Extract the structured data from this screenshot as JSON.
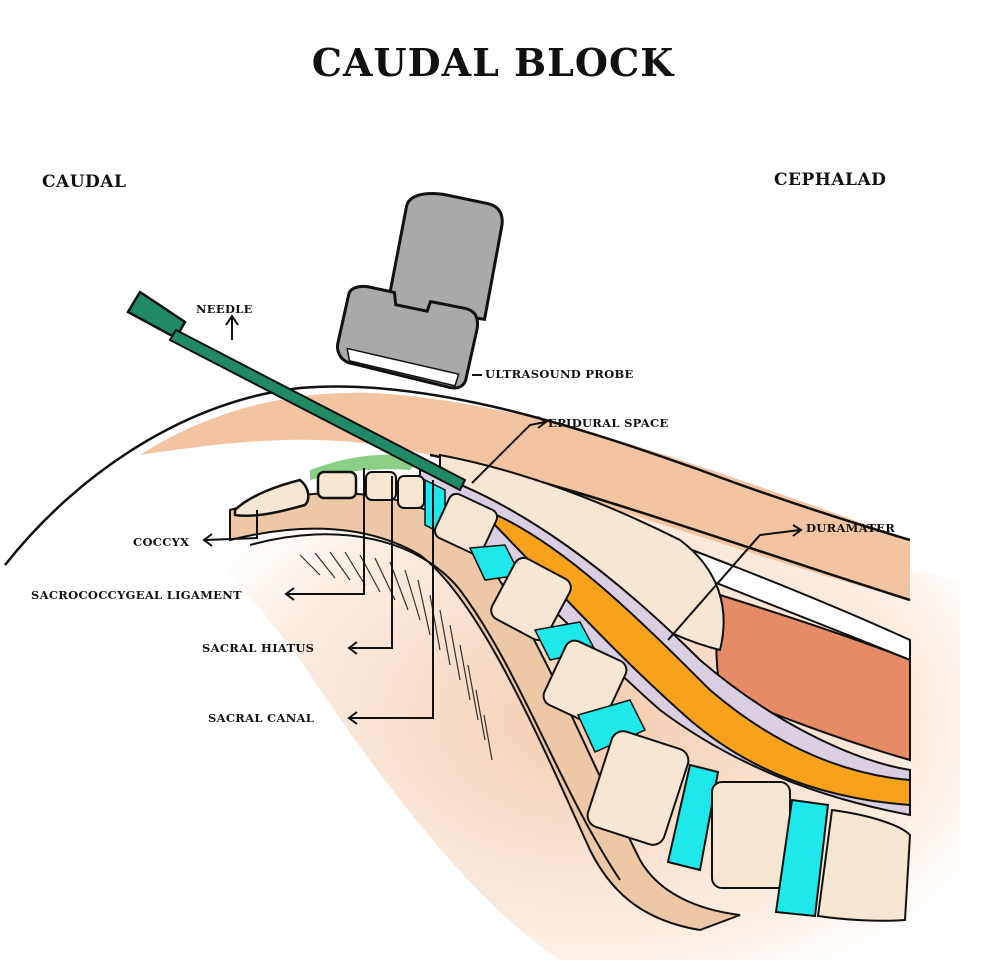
{
  "title": "CAUDAL BLOCK",
  "orientation": {
    "left": "CAUDAL",
    "right": "CEPHALAD"
  },
  "labels": {
    "needle": "NEEDLE",
    "ultrasound_probe": "ULTRASOUND PROBE",
    "epidural_space": "EPIDURAL SPACE",
    "duramater": "DURAMATER",
    "coccyx": "COCCYX",
    "sacrococcygeal_ligament": "SACROCOCCYGEAL LIGAMENT",
    "sacral_hiatus": "SACRAL HIATUS",
    "sacral_canal": "SACRAL CANAL"
  },
  "colors": {
    "skin": "#f3c4a2",
    "skin_light": "#f8dcc6",
    "bone": "#f6e6d2",
    "disc": "#1ee8ea",
    "epidural": "#d9cfe0",
    "dura": "#f7a21a",
    "muscle": "#e58b66",
    "needle": "#1f8a63",
    "ligament": "#8ccf86",
    "probe": "#a9a9a9",
    "outline": "#111111"
  }
}
